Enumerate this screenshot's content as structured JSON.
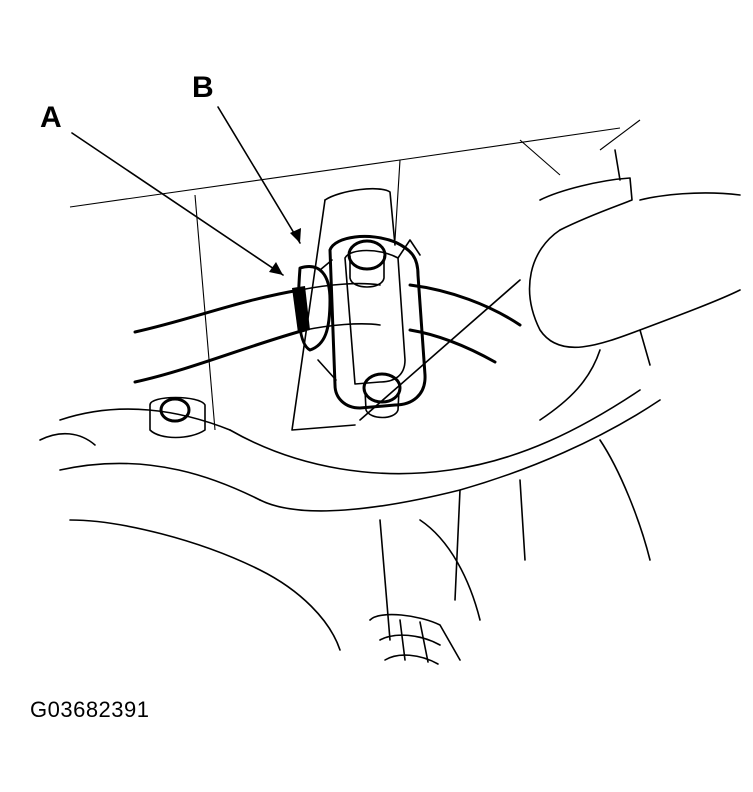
{
  "callouts": {
    "a": "A",
    "b": "B"
  },
  "figure_id": "G03682391",
  "colors": {
    "line": "#000000",
    "background": "#ffffff"
  }
}
